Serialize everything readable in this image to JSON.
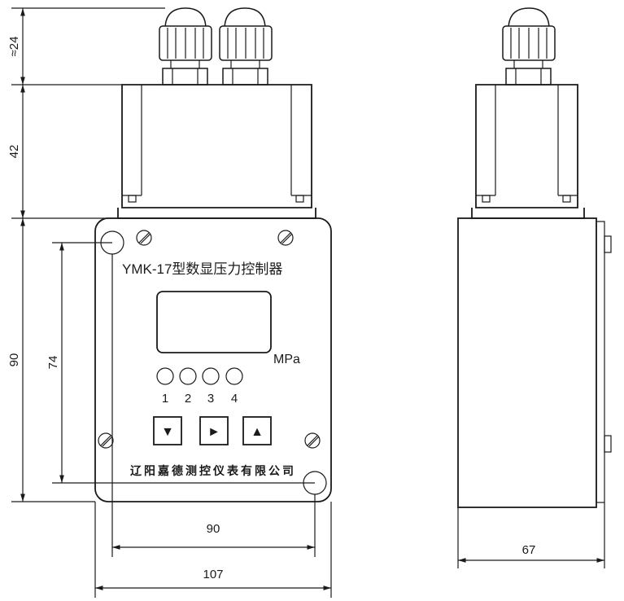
{
  "front_panel": {
    "title": "YMK-17型数显压力控制器",
    "unit": "MPa",
    "indicator_labels": [
      "1",
      "2",
      "3",
      "4"
    ],
    "button_symbols": [
      "▼",
      "►",
      "▲"
    ],
    "manufacturer": "辽阳嘉德测控仪表有限公司"
  },
  "dimensions": {
    "connector_height": "≈24",
    "housing_height": "42",
    "panel_height": "90",
    "hole_spacing_vertical": "74",
    "hole_spacing_horizontal": "90",
    "panel_width": "107",
    "side_depth": "67"
  }
}
